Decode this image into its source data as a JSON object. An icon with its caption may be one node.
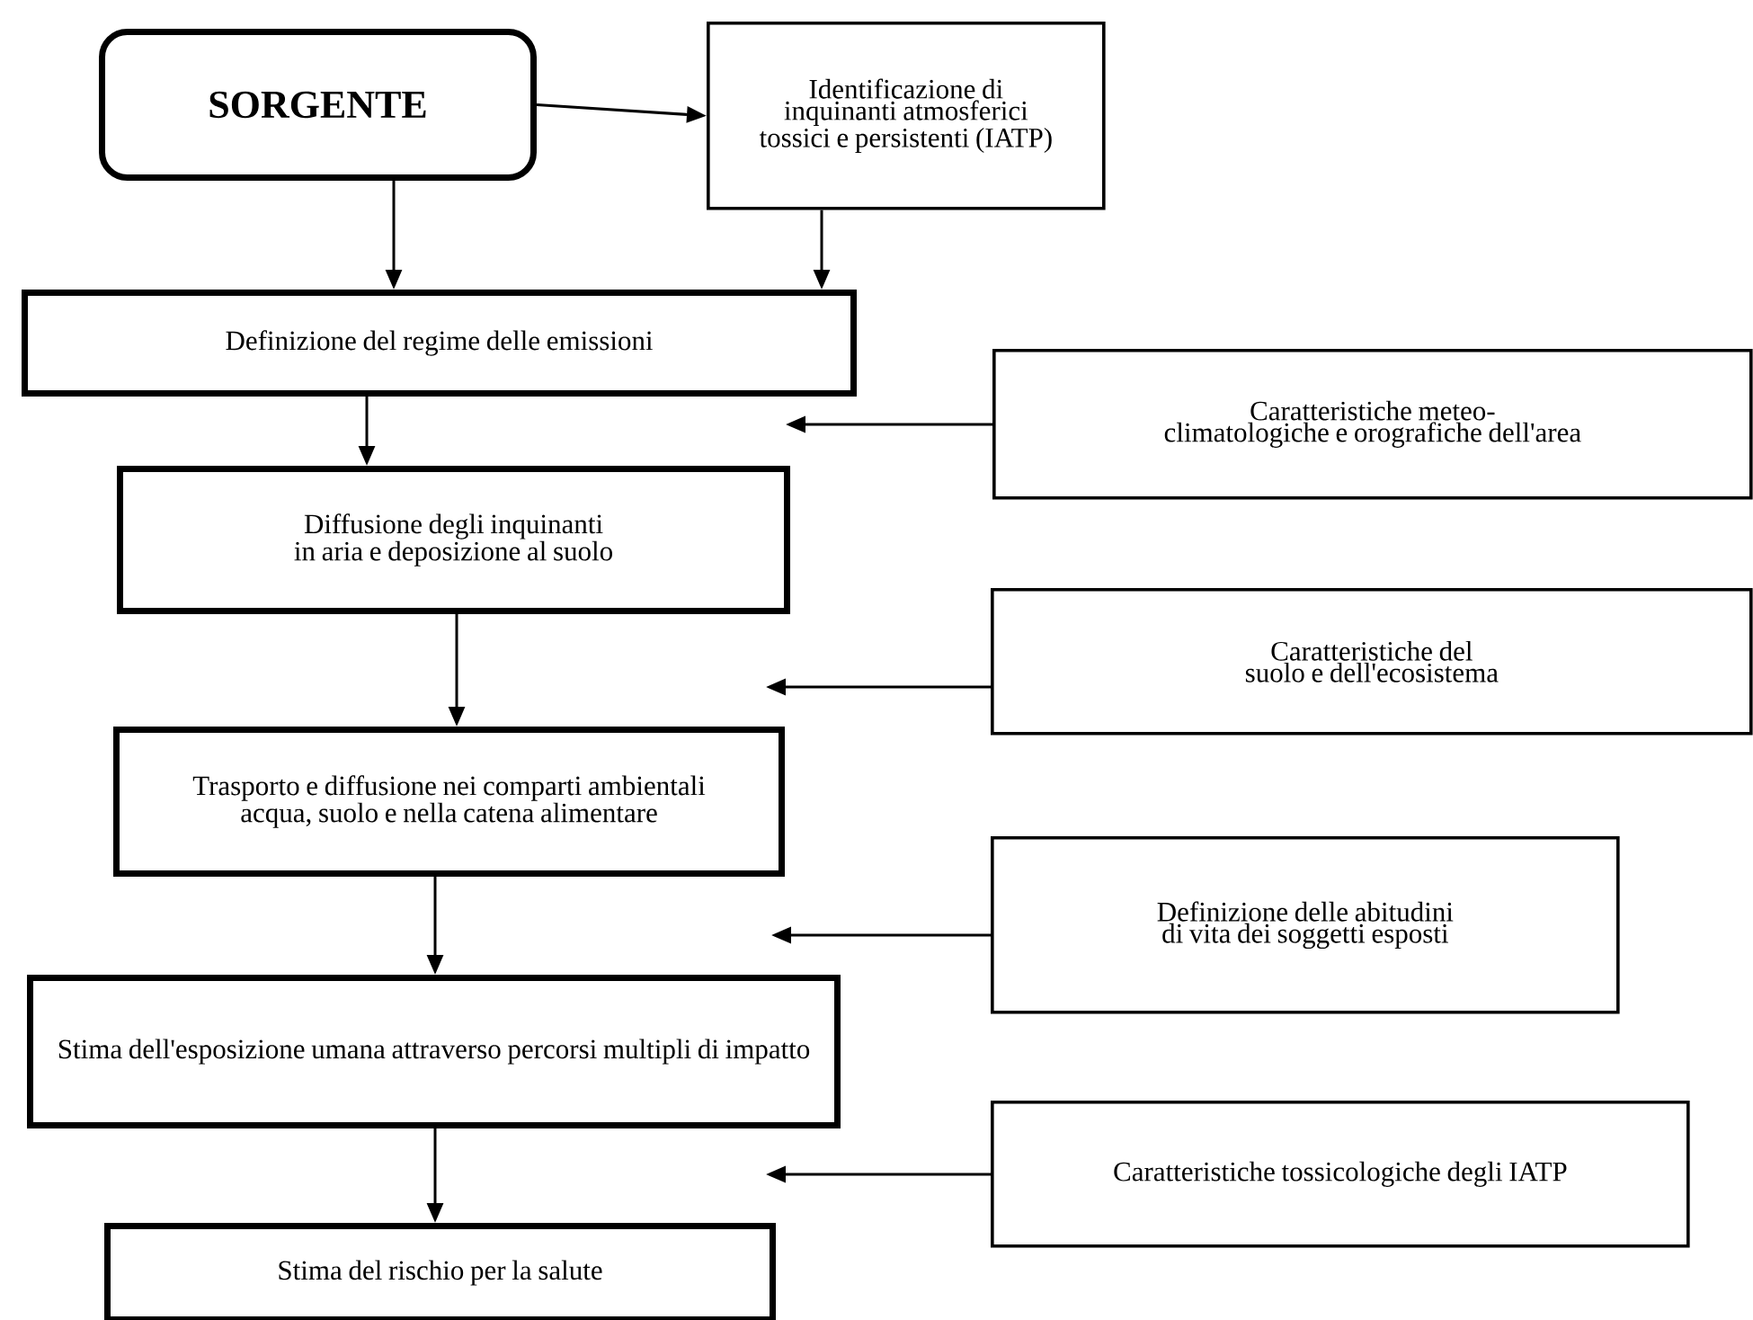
{
  "diagram": {
    "nodes": [
      {
        "text": [
          "SORGENTE"
        ]
      },
      {
        "text": [
          "Identificazione di inquinanti atmosferici tossici e persistenti (IATP)"
        ]
      },
      {
        "text": [
          "Definizione del regime delle emissioni"
        ]
      },
      {
        "text": [
          "Caratteristiche meteo-climatologiche e orografiche dell'area"
        ]
      },
      {
        "text": [
          "Diffusione degli inquinanti in aria e deposizione al suolo"
        ]
      },
      {
        "text": [
          "Caratteristiche del suolo e dell'ecosistema"
        ]
      },
      {
        "text": [
          "Trasporto e diffusione nei comparti ambientali acqua, suolo e nella catena alimentare"
        ]
      },
      {
        "text": [
          "Definizione delle abitudini di vita dei soggetti esposti"
        ]
      },
      {
        "text": [
          "Stima dell'esposizione umana attraverso percorsi multipli di impatto"
        ]
      },
      {
        "text": [
          "Caratteristiche tossicologiche degli  IATP"
        ]
      },
      {
        "text": [
          "Stima del rischio per la salute"
        ]
      }
    ],
    "edges": [
      {
        "from": 0,
        "to": 1,
        "arrow": "to"
      },
      {
        "from": 0,
        "to": 2,
        "arrow": "to"
      },
      {
        "from": 1,
        "to": 2,
        "arrow": "to"
      },
      {
        "from": 3,
        "to": null,
        "arrow": "to"
      },
      {
        "from": 2,
        "to": 4,
        "arrow": "to"
      },
      {
        "from": 5,
        "to": null,
        "arrow": "to"
      },
      {
        "from": 4,
        "to": 6,
        "arrow": "to"
      },
      {
        "from": 7,
        "to": null,
        "arrow": "to"
      },
      {
        "from": 6,
        "to": 8,
        "arrow": "to"
      },
      {
        "from": 9,
        "to": null,
        "arrow": "to"
      },
      {
        "from": 8,
        "to": 10,
        "arrow": "to"
      }
    ]
  }
}
